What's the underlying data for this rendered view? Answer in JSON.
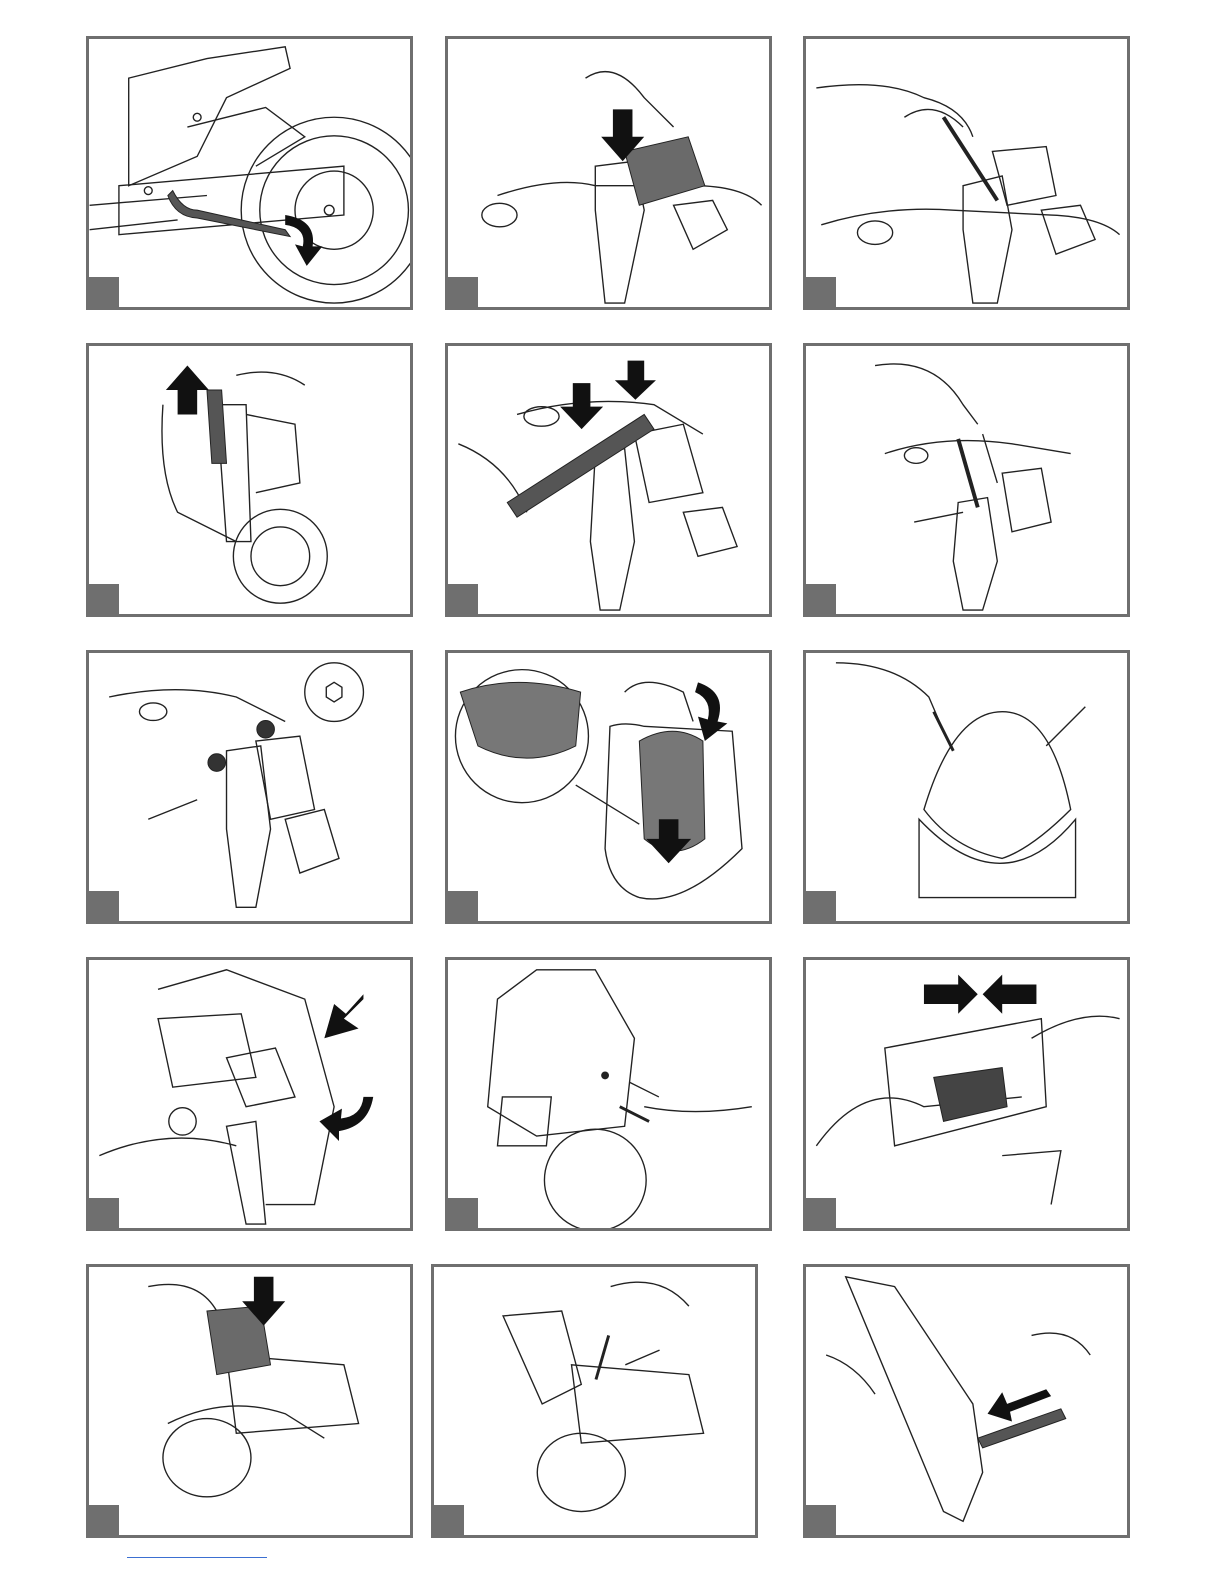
{
  "page": {
    "colors": {
      "frame": "#6f6f6f",
      "line": "#222222",
      "fill_dark": "#6a6a6a",
      "fill_light": "#e9e9e9",
      "arrow": "#111111",
      "footer_rule": "#3b6fd1"
    },
    "panels": [
      {
        "row": 1,
        "col": 1,
        "scene": "rear-wheel-stand-lever-icon",
        "arrows": [
          "curved-arrow-icon"
        ]
      },
      {
        "row": 1,
        "col": 2,
        "scene": "instrument-cluster-removal-icon",
        "arrows": [
          "down-arrow-icon"
        ]
      },
      {
        "row": 1,
        "col": 3,
        "scene": "screwdriver-instrument-cluster-icon",
        "arrows": []
      },
      {
        "row": 2,
        "col": 1,
        "scene": "handlebar-lift-icon",
        "arrows": [
          "up-arrow-icon"
        ]
      },
      {
        "row": 2,
        "col": 2,
        "scene": "handlebar-install-icon",
        "arrows": [
          "down-arrow-icon",
          "down-arrow-icon"
        ]
      },
      {
        "row": 2,
        "col": 3,
        "scene": "screwdriver-fork-clamp-icon",
        "arrows": [
          "pointer-arrow-icon"
        ]
      },
      {
        "row": 3,
        "col": 1,
        "scene": "fork-nut-detail-icon",
        "arrows": []
      },
      {
        "row": 3,
        "col": 2,
        "scene": "windscreen-fitting-detail-icon",
        "arrows": [
          "curved-arrow-icon",
          "down-arrow-icon"
        ]
      },
      {
        "row": 3,
        "col": 3,
        "scene": "windscreen-screw-icon",
        "arrows": [
          "pointer-arrow-icon"
        ]
      },
      {
        "row": 4,
        "col": 1,
        "scene": "fairing-removal-icon",
        "arrows": [
          "diagonal-arrow-icon",
          "curved-arrow-icon"
        ]
      },
      {
        "row": 4,
        "col": 2,
        "scene": "side-fairing-screw-icon",
        "arrows": [
          "pointer-arrow-icon"
        ]
      },
      {
        "row": 4,
        "col": 3,
        "scene": "connector-join-icon",
        "arrows": [
          "right-arrow-icon",
          "left-arrow-icon"
        ]
      },
      {
        "row": 5,
        "col": 1,
        "scene": "battery-install-icon",
        "arrows": [
          "down-arrow-icon"
        ]
      },
      {
        "row": 5,
        "col": 2,
        "scene": "battery-screw-icon",
        "arrows": [
          "pointer-arrow-icon"
        ]
      },
      {
        "row": 5,
        "col": 3,
        "scene": "tail-tube-insert-icon",
        "arrows": [
          "diagonal-arrow-icon"
        ]
      }
    ]
  }
}
